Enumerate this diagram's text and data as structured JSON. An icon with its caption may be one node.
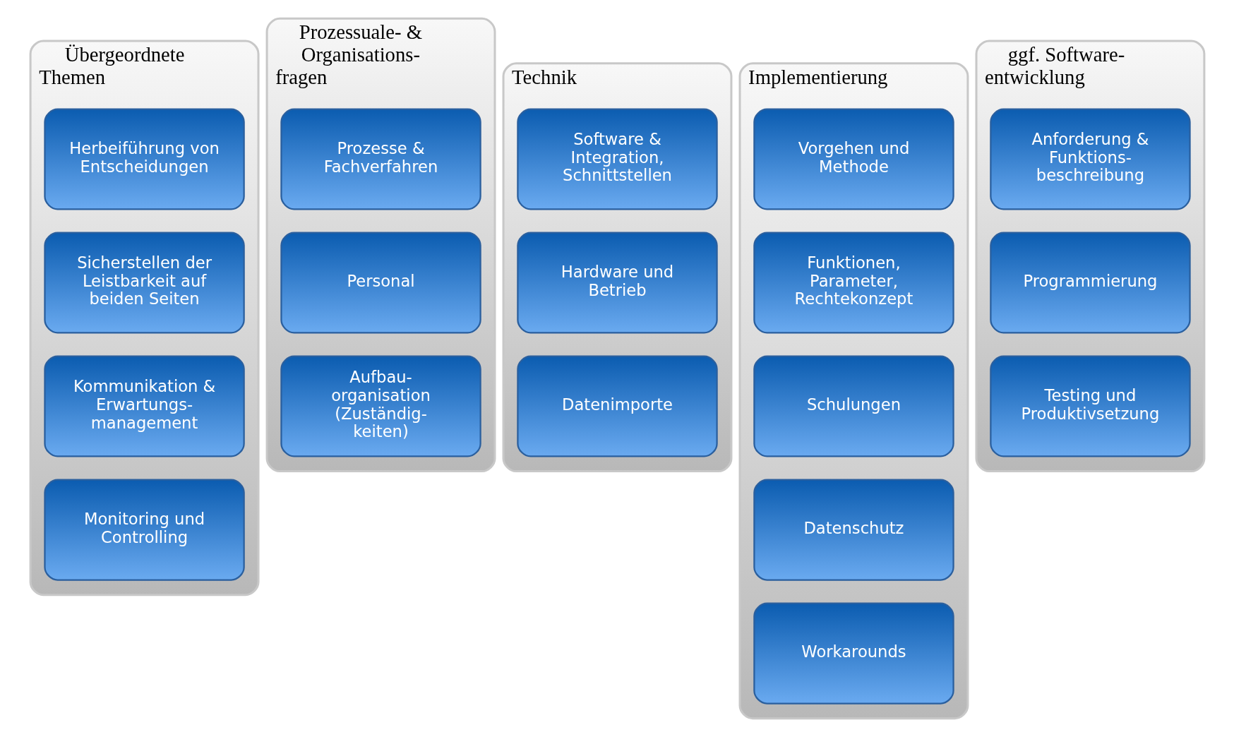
{
  "diagram": {
    "nodes": [
      {
        "text": [
          "Übergeordnete Themen"
        ]
      },
      {
        "text": [
          "Herbeiführung von Entscheidungen"
        ],
        "in": 0
      },
      {
        "text": [
          "Sicherstellen der Leistbarkeit auf beiden Seiten"
        ],
        "in": 0
      },
      {
        "text": [
          "Kommunikation & Erwartungs- management"
        ],
        "in": 0
      },
      {
        "text": [
          "Monitoring und Controlling"
        ],
        "in": 0
      },
      {
        "text": [
          "Prozessuale- & Organisations- fragen"
        ]
      },
      {
        "text": [
          "Prozesse & Fachverfahren"
        ],
        "in": 5
      },
      {
        "text": [
          "Personal"
        ],
        "in": 5
      },
      {
        "text": [
          "Aufbau- organisation (Zuständig- keiten)"
        ],
        "in": 5
      },
      {
        "text": [
          "Technik"
        ]
      },
      {
        "text": [
          "Software & Integration, Schnittstellen"
        ],
        "in": 9
      },
      {
        "text": [
          "Hardware und Betrieb"
        ],
        "in": 9
      },
      {
        "text": [
          "Datenimporte"
        ],
        "in": 9
      },
      {
        "text": [
          "Implementierung"
        ]
      },
      {
        "text": [
          "Vorgehen und Methode"
        ],
        "in": 13
      },
      {
        "text": [
          "Funktionen, Parameter, Rechtekonzept"
        ],
        "in": 13
      },
      {
        "text": [
          "Schulungen"
        ],
        "in": 13
      },
      {
        "text": [
          "Datenschutz"
        ],
        "in": 13
      },
      {
        "text": [
          "Workarounds"
        ],
        "in": 13
      },
      {
        "text": [
          "ggf. Software- entwicklung"
        ]
      },
      {
        "text": [
          "Anforderung & Funktions- beschreibung"
        ],
        "in": 19
      },
      {
        "text": [
          "Programmierung"
        ],
        "in": 19
      },
      {
        "text": [
          "Testing und Produktivsetzung"
        ],
        "in": 19
      }
    ],
    "edges": []
  }
}
